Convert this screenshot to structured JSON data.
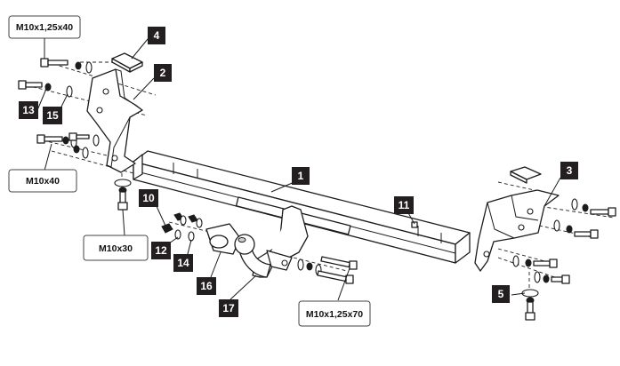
{
  "labels": {
    "n1": "1",
    "n2": "2",
    "n3": "3",
    "n4": "4",
    "n5": "5",
    "n10": "10",
    "n11": "11",
    "n12": "12",
    "n13": "13",
    "n14": "14",
    "n15": "15",
    "n16": "16",
    "n17": "17"
  },
  "specs": {
    "bolt_top": "M10x1,25x40",
    "bolt_left": "M10x40",
    "bolt_bottom": "M10x30",
    "bolt_right": "M10x1,25x70"
  }
}
